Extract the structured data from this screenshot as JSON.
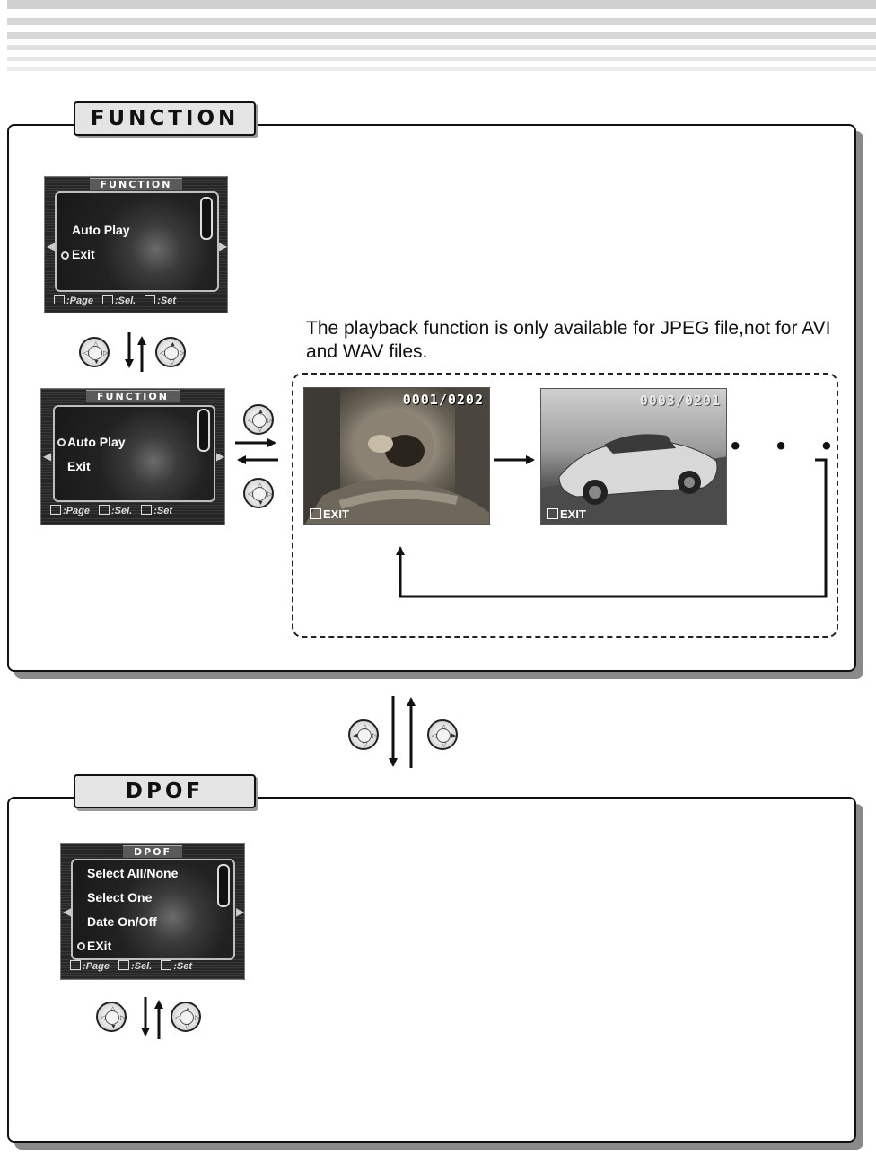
{
  "function_section": {
    "tab_label": "FUNCTION",
    "screen1": {
      "title": "FUNCTION",
      "items": [
        "Auto Play",
        "Exit"
      ],
      "selected_index": 1,
      "hint_page": ":Page",
      "hint_sel": ":Sel.",
      "hint_set": ":Set"
    },
    "screen2": {
      "title": "FUNCTION",
      "items": [
        "Auto Play",
        "Exit"
      ],
      "selected_index": 0,
      "hint_page": ":Page",
      "hint_sel": ":Sel.",
      "hint_set": ":Set"
    },
    "note": "The playback function is only available for JPEG file,not for AVI and WAV files.",
    "photo1": {
      "counter": "0001/0202",
      "exit_label": "EXIT",
      "subject": "lion"
    },
    "photo2": {
      "counter": "0003/0201",
      "exit_label": "EXIT",
      "subject": "sports-car"
    },
    "ellipsis": "• • •"
  },
  "dpof_section": {
    "tab_label": "DPOF",
    "screen": {
      "title": "DPOF",
      "items": [
        "Select All/None",
        "Select One",
        "Date On/Off",
        "EXit"
      ],
      "selected_index": 3,
      "hint_page": ":Page",
      "hint_sel": ":Sel.",
      "hint_set": ":Set"
    }
  },
  "colors": {
    "frame": "#111111",
    "shadow": "#8a8a8a",
    "tab_fill": "#e4e4e4",
    "lcd_bg": "#2b2b2b",
    "stripe": "#d6d6d6"
  },
  "icons": [
    "dpad-up-icon",
    "dpad-down-icon",
    "dpad-left-icon",
    "dpad-right-icon",
    "dpad-center-icon"
  ]
}
